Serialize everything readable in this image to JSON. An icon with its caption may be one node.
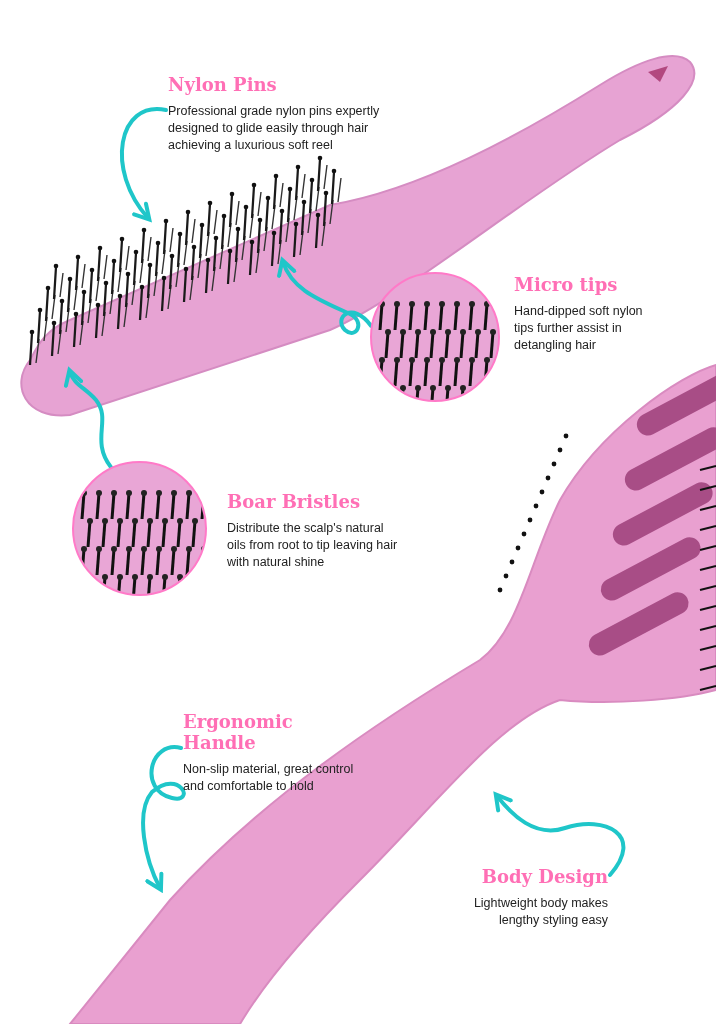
{
  "diagram": {
    "nodes": [
      {
        "text": [
          "Nylon Pins",
          "Professional grade nylon pins expertly designed to glide easily through hair achieving a luxurious soft reel"
        ]
      },
      {
        "text": [],
        "shape": "picture"
      },
      {
        "text": [
          "Micro tips",
          "Hand-dipped soft nylon tips further assist in detangling hair"
        ]
      },
      {
        "text": [],
        "shape": "picture"
      },
      {
        "text": [
          "Boar Bristles",
          "Distribute the scalp's natural oils from root to tip leaving hair with natural shine"
        ]
      },
      {
        "text": [
          "Ergonomic Handle",
          "Non-slip material, great control and comfortable to hold"
        ]
      },
      {
        "text": [
          "Body Design",
          "Lightweight body makes lengthy styling easy"
        ]
      }
    ],
    "edges": [
      {
        "from": 0,
        "to": null,
        "arrow": "to"
      },
      {
        "from": 1,
        "to": null,
        "arrow": "to"
      },
      {
        "from": 3,
        "to": null,
        "arrow": "to"
      },
      {
        "from": 5,
        "to": null,
        "arrow": "to"
      },
      {
        "from": 6,
        "to": null,
        "arrow": "to"
      }
    ]
  }
}
